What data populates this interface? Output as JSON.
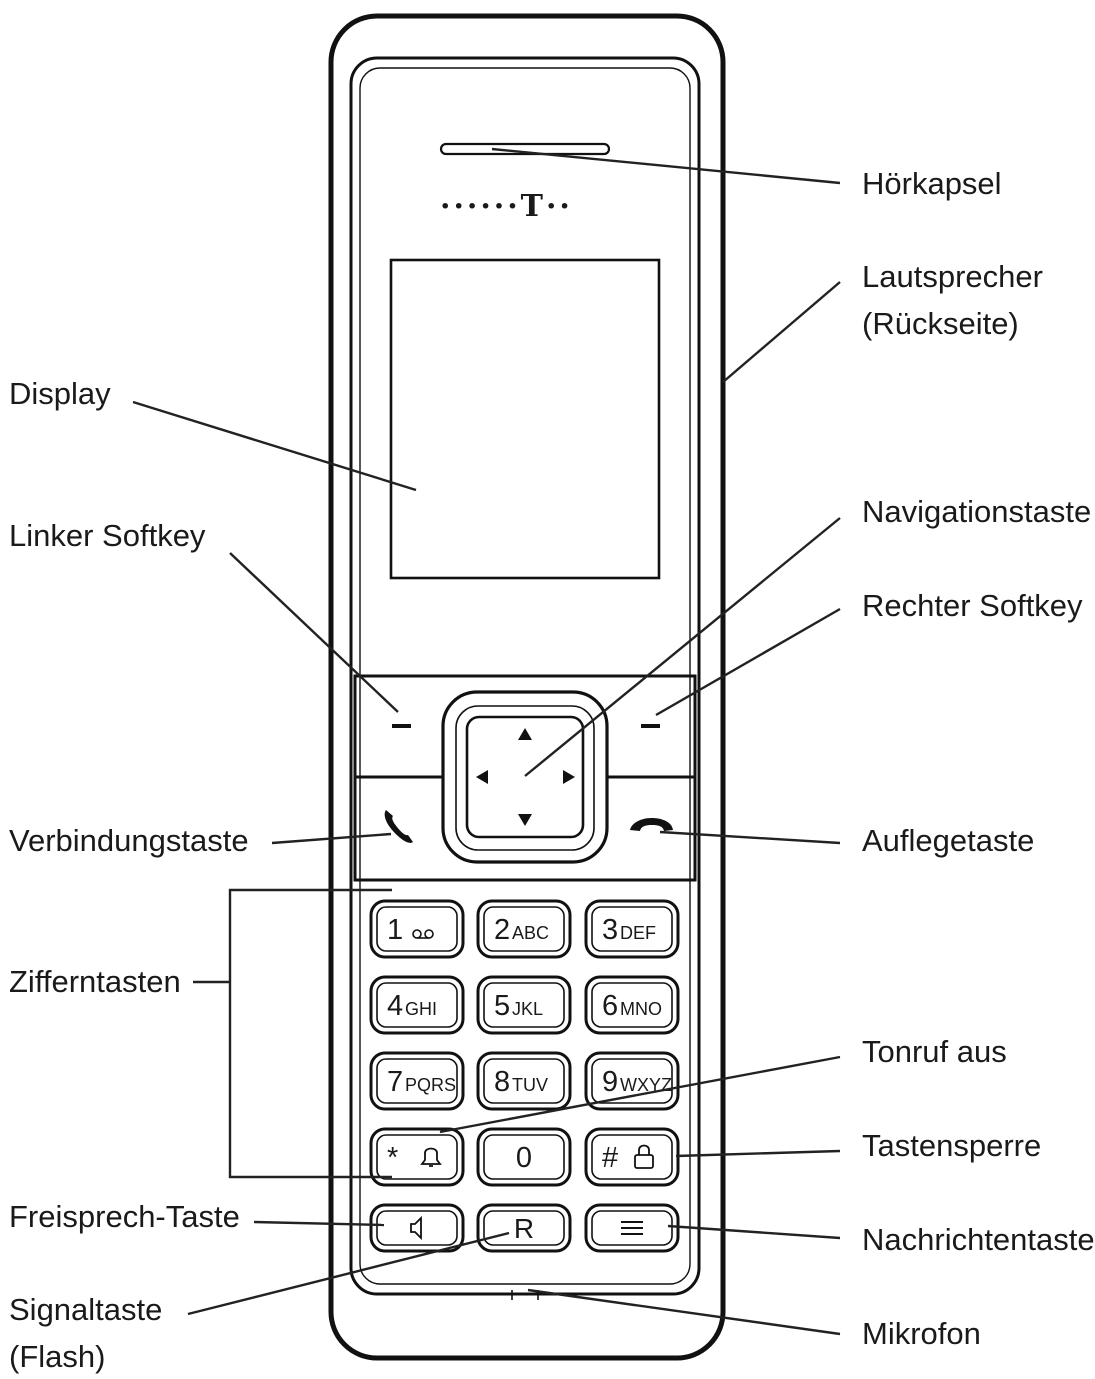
{
  "brand": {
    "logo_text": "······T··"
  },
  "labels": {
    "hoerkapsel": "Hörkapsel",
    "lautsprecher_line1": "Lautsprecher",
    "lautsprecher_line2": "(Rückseite)",
    "display": "Display",
    "linker_softkey": "Linker Softkey",
    "navigationstaste": "Navigationstaste",
    "rechter_softkey": "Rechter Softkey",
    "verbindungstaste": "Verbindungstaste",
    "auflegetaste": "Auflegetaste",
    "zifferntasten": "Zifferntasten",
    "tonruf_aus": "Tonruf aus",
    "tastensperre": "Tastensperre",
    "freisprech_taste": "Freisprech-Taste",
    "nachrichtentaste": "Nachrichtentaste",
    "signaltaste_line1": "Signaltaste",
    "signaltaste_line2": "(Flash)",
    "mikrofon": "Mikrofon"
  },
  "keypad": {
    "rows": [
      [
        {
          "digit": "1",
          "sub": "oo"
        },
        {
          "digit": "2",
          "sub": "ABC"
        },
        {
          "digit": "3",
          "sub": "DEF"
        }
      ],
      [
        {
          "digit": "4",
          "sub": "GHI"
        },
        {
          "digit": "5",
          "sub": "JKL"
        },
        {
          "digit": "6",
          "sub": "MNO"
        }
      ],
      [
        {
          "digit": "7",
          "sub": "PQRS"
        },
        {
          "digit": "8",
          "sub": "TUV"
        },
        {
          "digit": "9",
          "sub": "WXYZ"
        }
      ],
      [
        {
          "digit": "*",
          "sub": "bell"
        },
        {
          "digit": "0",
          "sub": ""
        },
        {
          "digit": "#",
          "sub": "lock"
        }
      ]
    ],
    "bottom_row": [
      {
        "icon": "speaker-icon",
        "text": ""
      },
      {
        "icon": "",
        "text": "R"
      },
      {
        "icon": "menu-icon",
        "text": ""
      }
    ]
  },
  "nav_arrows": [
    "up-arrow-icon",
    "down-arrow-icon",
    "left-arrow-icon",
    "right-arrow-icon"
  ],
  "icons": {
    "call": "phone-call-icon",
    "hangup": "phone-hangup-icon",
    "softkey_left": "softkey-dash-icon",
    "softkey_right": "softkey-dash-icon"
  }
}
